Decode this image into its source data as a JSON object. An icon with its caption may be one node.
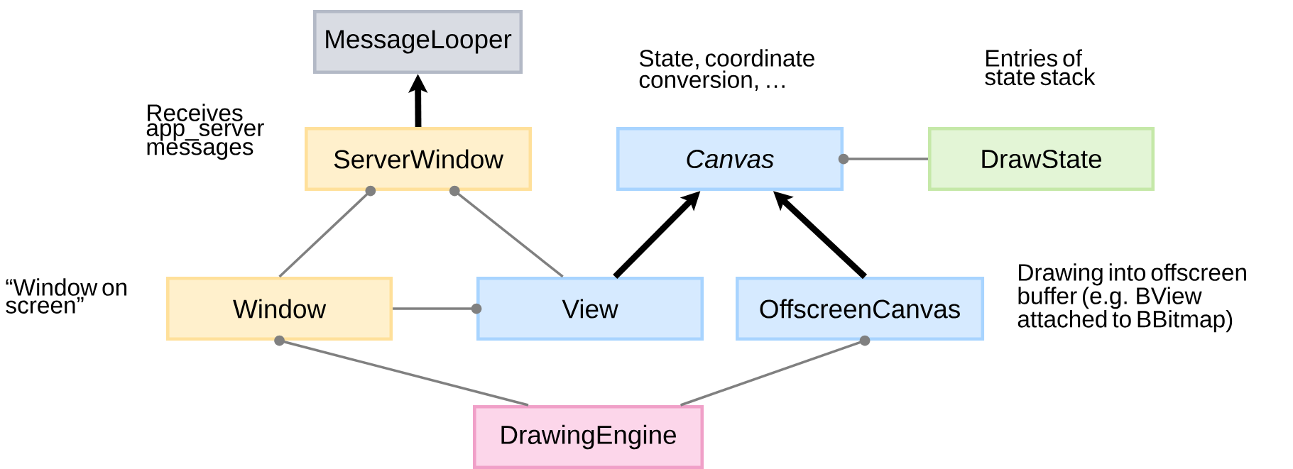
{
  "diagram": {
    "nodes": [
      {
        "text": [
          "MessageLooper"
        ]
      },
      {
        "text": [
          "ServerWindow"
        ],
        "beside": [
          "Receives app_server messages"
        ]
      },
      {
        "text": [
          "Canvas"
        ],
        "beside": [
          "State, coordinate conversion, …"
        ]
      },
      {
        "text": [
          "DrawState"
        ],
        "beside": [
          "Entries of state stack"
        ]
      },
      {
        "text": [
          "Window"
        ],
        "beside": [
          "“Window on screen”"
        ]
      },
      {
        "text": [
          "View"
        ]
      },
      {
        "text": [
          "OffscreenCanvas"
        ],
        "beside": [
          "Drawing into offscreen buffer (e.g. BView attached to BBitmap)"
        ]
      },
      {
        "text": [
          "DrawingEngine"
        ]
      }
    ],
    "edges": [
      {
        "from": 1,
        "to": 0,
        "arrow": "to",
        "style": "thick",
        "color": "#000000"
      },
      {
        "from": 1,
        "to": 4,
        "arrow": "other"
      },
      {
        "from": 1,
        "to": 5,
        "arrow": "other"
      },
      {
        "from": 2,
        "to": 3,
        "arrow": "other"
      },
      {
        "from": 5,
        "to": 2,
        "arrow": "to",
        "style": "thick",
        "color": "#000000"
      },
      {
        "from": 6,
        "to": 2,
        "arrow": "to",
        "style": "thick",
        "color": "#000000"
      },
      {
        "from": 5,
        "to": 4,
        "arrow": "other"
      },
      {
        "from": 4,
        "to": 7,
        "arrow": "other"
      },
      {
        "from": 6,
        "to": 7,
        "arrow": "other"
      }
    ]
  }
}
